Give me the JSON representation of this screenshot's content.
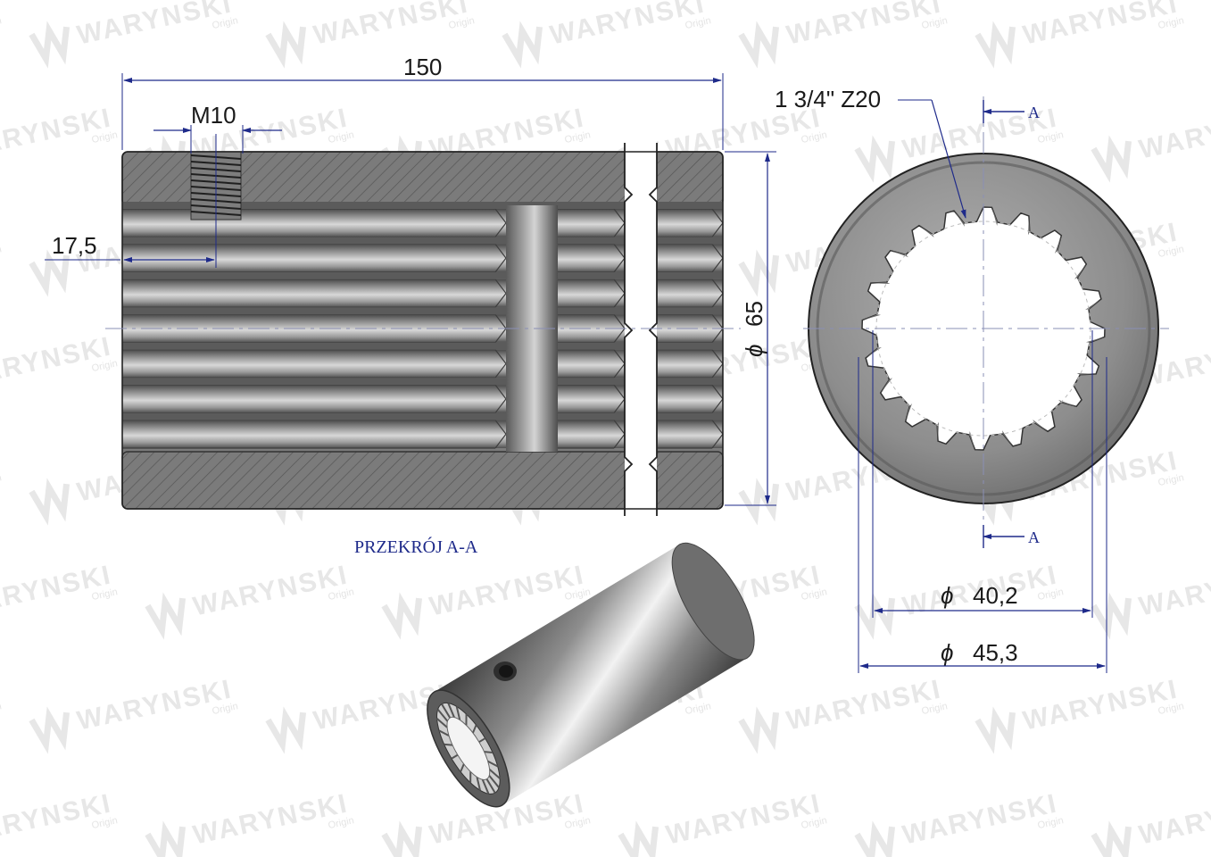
{
  "watermark": {
    "brand": "WARYNSKI",
    "tagline": "Origin"
  },
  "dimensions": {
    "length": "150",
    "thread": "M10",
    "thread_offset": "17,5",
    "outer_diameter": "65",
    "spline": "1 3/4\" Z20",
    "inner_diameter": "40,2",
    "spline_diameter": "45,3",
    "diameter_symbol": "ϕ"
  },
  "section": {
    "marker": "A",
    "caption": "PRZEKRÓJ A-A"
  },
  "colors": {
    "dimension_line": "#1e2a8a",
    "steel_dark": "#5f5f5f",
    "steel_mid": "#8a8a8a",
    "steel_light": "#c8c8c8",
    "hatch": "#3c3c3c"
  }
}
